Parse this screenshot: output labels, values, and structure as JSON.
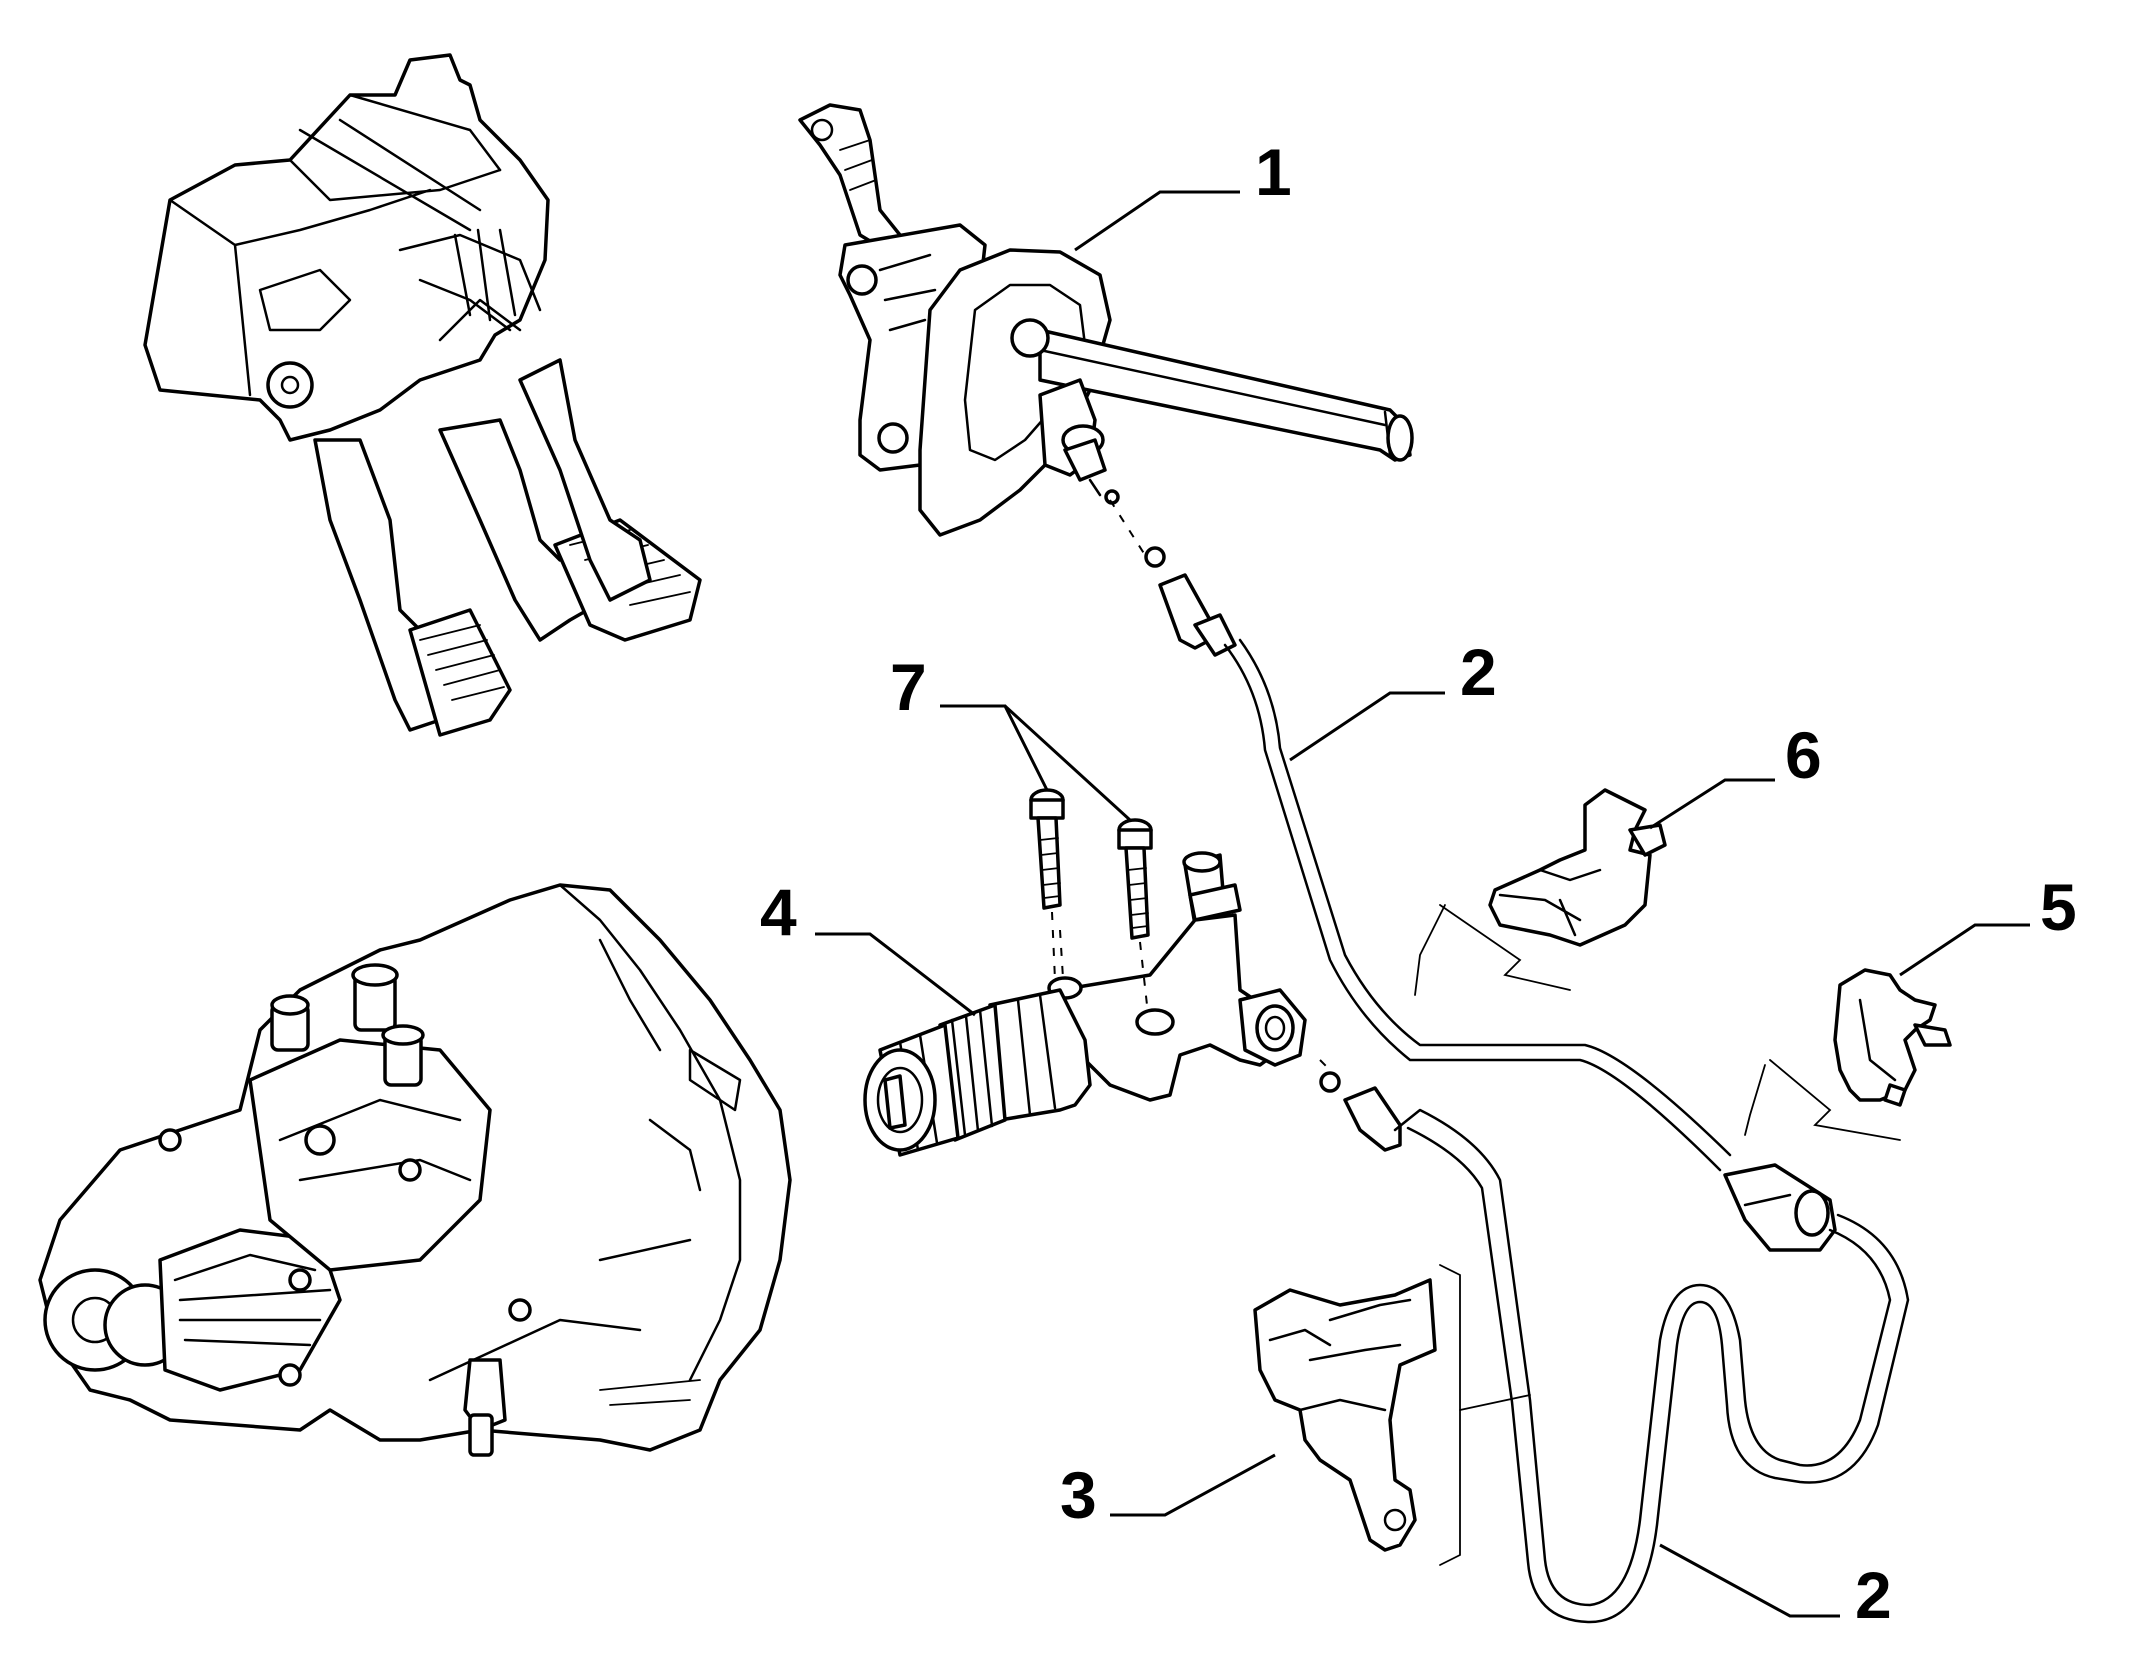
{
  "callouts": [
    {
      "id": "1",
      "label": "1"
    },
    {
      "id": "2a",
      "label": "2"
    },
    {
      "id": "2b",
      "label": "2"
    },
    {
      "id": "3",
      "label": "3"
    },
    {
      "id": "4",
      "label": "4"
    },
    {
      "id": "5",
      "label": "5"
    },
    {
      "id": "6",
      "label": "6"
    },
    {
      "id": "7",
      "label": "7"
    }
  ],
  "parts": {
    "pedal_box": "pedal-assembly",
    "gearbox": "gearbox-housing",
    "master_cylinder": "clutch-master-cylinder",
    "hydraulic_pipe": "clutch-hydraulic-pipe",
    "slave_cylinder": "clutch-slave-cylinder",
    "bracket": "pipe-bracket",
    "clip_5": "pipe-clip",
    "clip_6": "pipe-clip",
    "bolts": "fixing-bolts"
  },
  "colors": {
    "ink": "#000000",
    "paper": "#ffffff"
  }
}
